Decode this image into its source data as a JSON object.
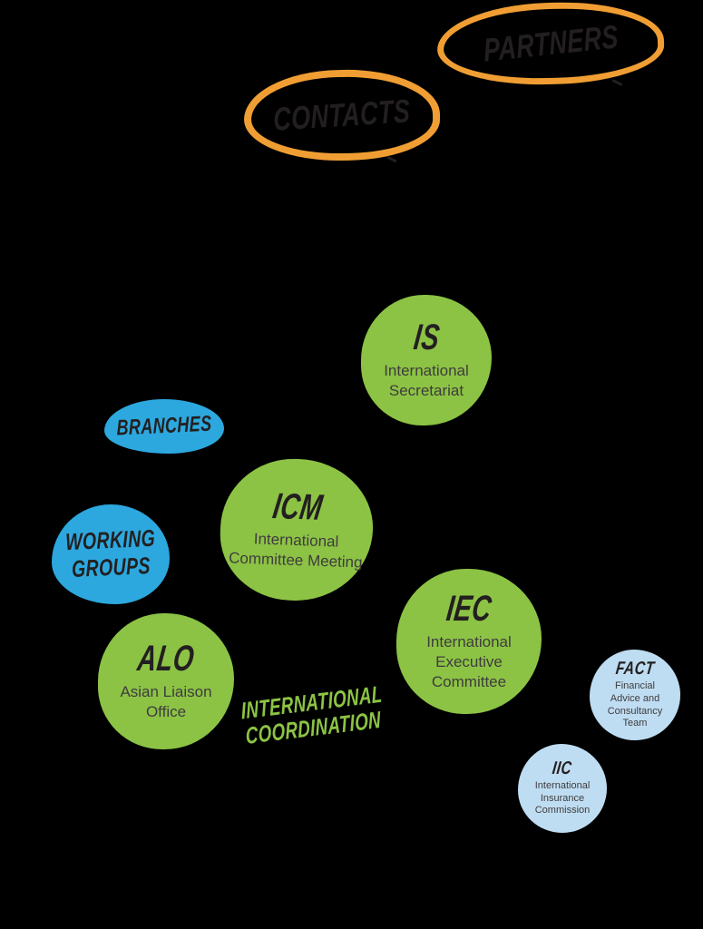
{
  "colors": {
    "orange": "#F09E33",
    "green": "#8CC345",
    "blue": "#2CA8DF",
    "light_blue": "#BFDDF2",
    "ink": "#231F20",
    "subink": "#3F3C3D",
    "background": "#000000"
  },
  "nodes": {
    "partners": {
      "label": "PARTNERS"
    },
    "contacts": {
      "label": "CONTACTS"
    },
    "is": {
      "abbr": "IS",
      "name": "International\nSecretariat"
    },
    "branches": {
      "label": "BRANCHES"
    },
    "icm": {
      "abbr": "ICM",
      "name": "International\nCommittee Meeting"
    },
    "working_groups": {
      "label": "WORKING\nGROUPS"
    },
    "iec": {
      "abbr": "IEC",
      "name": "International\nExecutive\nCommittee"
    },
    "alo": {
      "abbr": "ALO",
      "name": "Asian Liaison\nOffice"
    },
    "international_coordination": {
      "label": "INTERNATIONAL\nCOORDINATION"
    },
    "fact": {
      "abbr": "FACT",
      "name": "Financial\nAdvice and\nConsultancy\nTeam"
    },
    "iic": {
      "abbr": "IIC",
      "name": "International\nInsurance\nCommission"
    }
  }
}
